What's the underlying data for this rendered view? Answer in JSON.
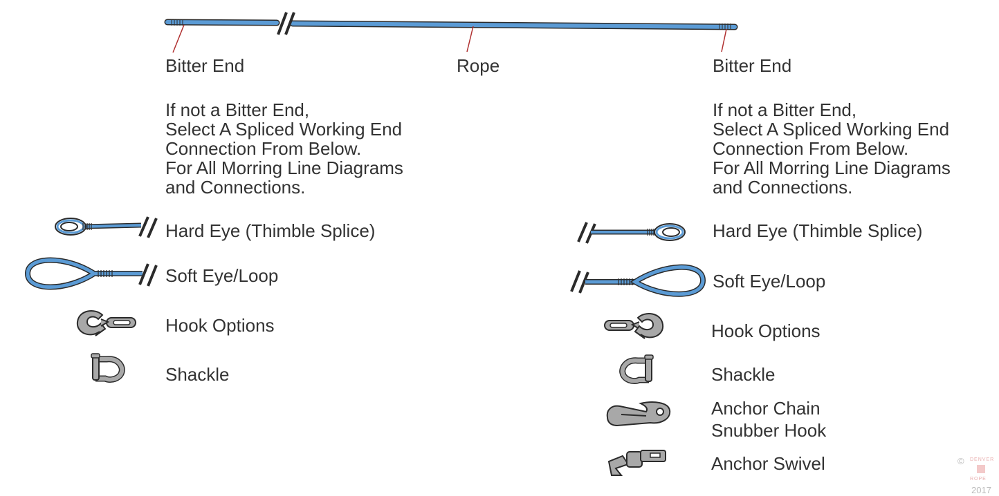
{
  "colors": {
    "rope_blue": "#5b9bd5",
    "outline": "#2b2b2b",
    "pointer_red": "#b03030",
    "metal_gray": "#a8a8a8",
    "text": "#333333"
  },
  "top": {
    "bitter_end_left": "Bitter End",
    "rope": "Rope",
    "bitter_end_right": "Bitter End"
  },
  "instructions_left": {
    "lines": [
      "If not a Bitter End,",
      "Select A Spliced Working End",
      "Connection From Below.",
      "For All Morring Line Diagrams",
      "and Connections."
    ]
  },
  "instructions_right": {
    "lines": [
      "If not a Bitter End,",
      "Select A Spliced Working End",
      "Connection From Below.",
      "For All Morring Line Diagrams",
      "and Connections."
    ]
  },
  "left_options": [
    {
      "label": "Hard Eye (Thimble Splice)",
      "icon": "hard-eye-icon"
    },
    {
      "label": "Soft Eye/Loop",
      "icon": "soft-eye-icon"
    },
    {
      "label": "Hook Options",
      "icon": "hook-icon"
    },
    {
      "label": "Shackle",
      "icon": "shackle-icon"
    }
  ],
  "right_options": [
    {
      "label": "Hard Eye (Thimble Splice)",
      "icon": "hard-eye-icon"
    },
    {
      "label": "Soft Eye/Loop",
      "icon": "soft-eye-icon"
    },
    {
      "label": "Hook Options",
      "icon": "hook-icon"
    },
    {
      "label": "Shackle",
      "icon": "shackle-icon"
    },
    {
      "label": "Anchor Chain",
      "label2": "Snubber Hook",
      "icon": "snubber-hook-icon"
    },
    {
      "label": "Anchor Swivel",
      "icon": "anchor-swivel-icon"
    }
  ],
  "watermark": {
    "symbol": "©",
    "brand_top": "DENVER",
    "brand_bottom": "ROPE",
    "year": "2017"
  }
}
